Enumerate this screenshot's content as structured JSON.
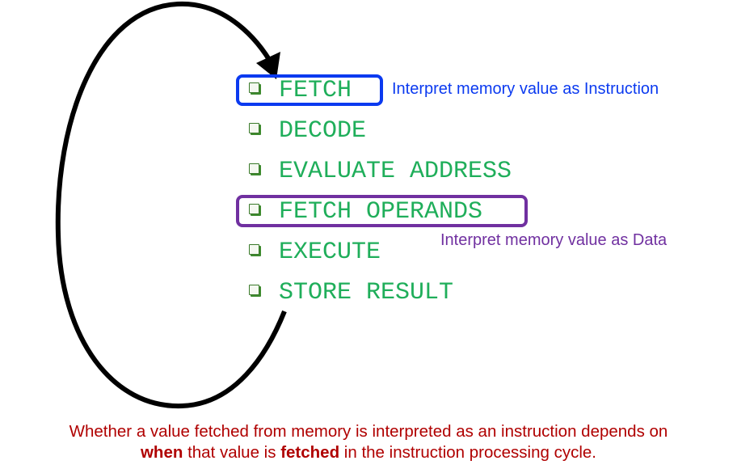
{
  "diagram": {
    "title": "Instruction Processing Cycle",
    "steps": [
      {
        "label": "FETCH",
        "highlight": "instruction"
      },
      {
        "label": "DECODE"
      },
      {
        "label": "EVALUATE ADDRESS"
      },
      {
        "label": "FETCH OPERANDS",
        "highlight": "data"
      },
      {
        "label": "EXECUTE"
      },
      {
        "label": "STORE RESULT"
      }
    ],
    "annotations": {
      "instruction": "Interpret memory value as Instruction",
      "data": "Interpret memory value as Data"
    },
    "loop_arrow": {
      "from": "STORE RESULT",
      "to": "FETCH",
      "icon": "curved-loop-arrow-icon"
    },
    "bullet_icon": "hollow-square-bullet-icon",
    "caption": {
      "line1": "Whether a value fetched from memory is interpreted as an instruction depends on",
      "line2_bold1": "when",
      "line2_mid": " that value is ",
      "line2_bold2": "fetched",
      "line2_end": " in the instruction processing cycle."
    },
    "colors": {
      "step_text": "#1fae5a",
      "instruction_highlight": "#0b3af0",
      "data_highlight": "#7030a0",
      "caption": "#b00000",
      "arrow": "#000000"
    }
  }
}
